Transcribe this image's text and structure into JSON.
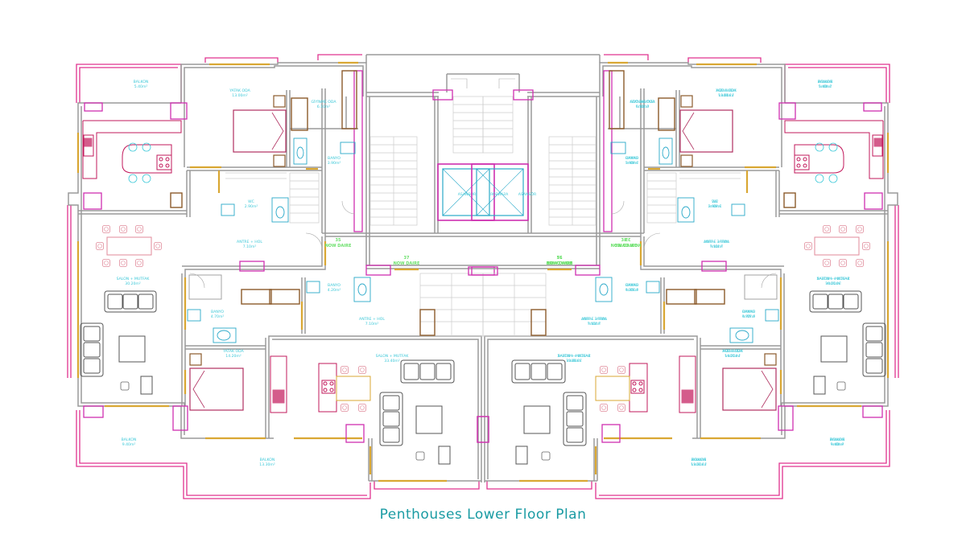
{
  "caption": "Penthouses Lower Floor Plan",
  "colors": {
    "caption": "#1a9ba3",
    "wall": "#9a9a9a",
    "balcony": "#e0338f",
    "window": "#d9a733",
    "furniture": "#8a8a8a",
    "kitchen": "#c2185b",
    "wardrobe": "#8b5a2b",
    "room_label": "#3cc8d8",
    "unit_label": "#6be06b",
    "elevator": "#2aa9c9",
    "bed": "#b03060"
  },
  "units": [
    {
      "number": "35",
      "text": "NOW DAIRE"
    },
    {
      "number": "37",
      "text": "NOW DAIRE"
    },
    {
      "number": "36",
      "text": "NOW DAIRE"
    },
    {
      "number": "38",
      "text": "NOW DAIRE"
    }
  ],
  "rooms": {
    "balkon": "BALKON",
    "yatak_odasi": "YATAK ODA",
    "giyinme_odasi": "GİYİNME ODA",
    "banyo": "BANYO",
    "wc": "WC",
    "antre_hol": "ANTRE + HOL",
    "salon_mutfak": "SALON + MUTFAK",
    "asansor": "ASANSÖR"
  },
  "areas": {
    "balkon_top": "5.40m²",
    "yatak_top": "13.00m²",
    "giyinme": "6.10m²",
    "banyo_top": "3.90m²",
    "wc": "2.90m²",
    "antre_top": "7.10m²",
    "salon_side": "30.20m²",
    "banyo_mid": "4.20m²",
    "banyo_side": "4.70m²",
    "yatak_mid": "14.20m²",
    "antre_mid": "7.10m²",
    "salon_mid": "33.40m²",
    "balkon_side": "9.40m²",
    "balkon_mid": "13.30m²"
  }
}
